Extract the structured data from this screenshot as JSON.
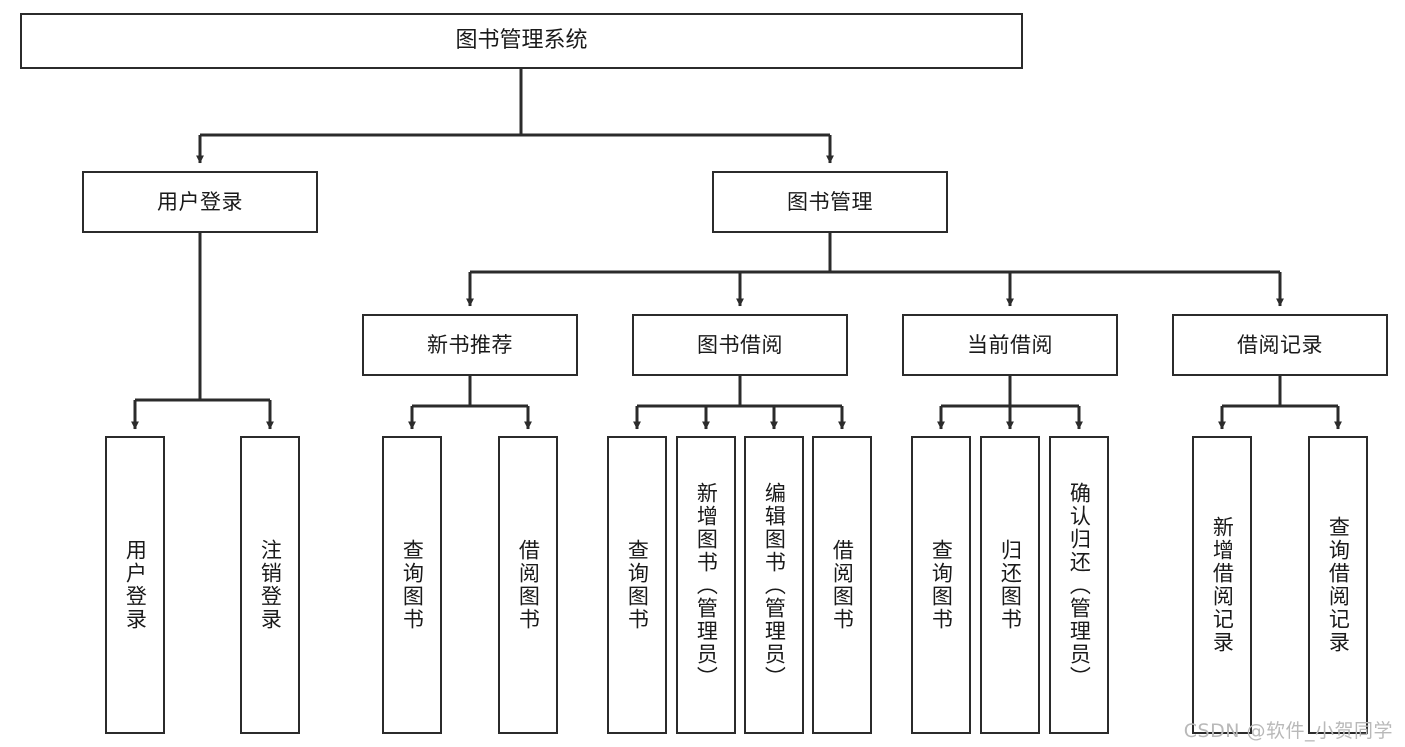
{
  "diagram": {
    "type": "tree",
    "title": "图书管理系统",
    "orientation": "top-down",
    "colors": {
      "box_border": "#2b2b2b",
      "box_fill": "#ffffff",
      "connector": "#2b2b2b",
      "text": "#1a1a1a",
      "watermark": "#b9b9b9"
    },
    "root": {
      "label": "图书管理系统"
    },
    "level2": [
      {
        "label": "用户登录"
      },
      {
        "label": "图书管理"
      }
    ],
    "level3": [
      {
        "label": "新书推荐"
      },
      {
        "label": "图书借阅"
      },
      {
        "label": "当前借阅"
      },
      {
        "label": "借阅记录"
      }
    ],
    "leaves": {
      "user_login": [
        {
          "label": "用户登录"
        },
        {
          "label": "注销登录"
        }
      ],
      "new_book_recommend": [
        {
          "label": "查询图书"
        },
        {
          "label": "借阅图书"
        }
      ],
      "book_borrow": [
        {
          "label": "查询图书"
        },
        {
          "label": "新增图书（管理员）"
        },
        {
          "label": "编辑图书（管理员）"
        },
        {
          "label": "借阅图书"
        }
      ],
      "current_borrow": [
        {
          "label": "查询图书"
        },
        {
          "label": "归还图书"
        },
        {
          "label": "确认归还（管理员）"
        }
      ],
      "borrow_record": [
        {
          "label": "新增借阅记录"
        },
        {
          "label": "查询借阅记录"
        }
      ]
    }
  },
  "watermark": {
    "text": "CSDN @软件_小贺同学"
  }
}
